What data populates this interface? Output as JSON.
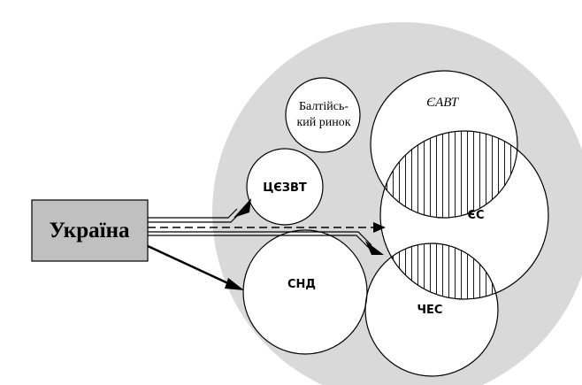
{
  "ukraine": {
    "label": "Україна",
    "fill": "#c0c0c0"
  },
  "baltic": {
    "line1": "Балтійсь-",
    "line2": "кий ринок"
  },
  "groups": {
    "eavt": "ЄАВТ",
    "es": "ЄС",
    "tsezvt": "ЦЄЗВТ",
    "snd": "СНД",
    "ches": "ЧЕС"
  },
  "colors": {
    "backdrop": "#d9d9d9",
    "stroke": "#000000",
    "circle_fill": "#ffffff"
  }
}
